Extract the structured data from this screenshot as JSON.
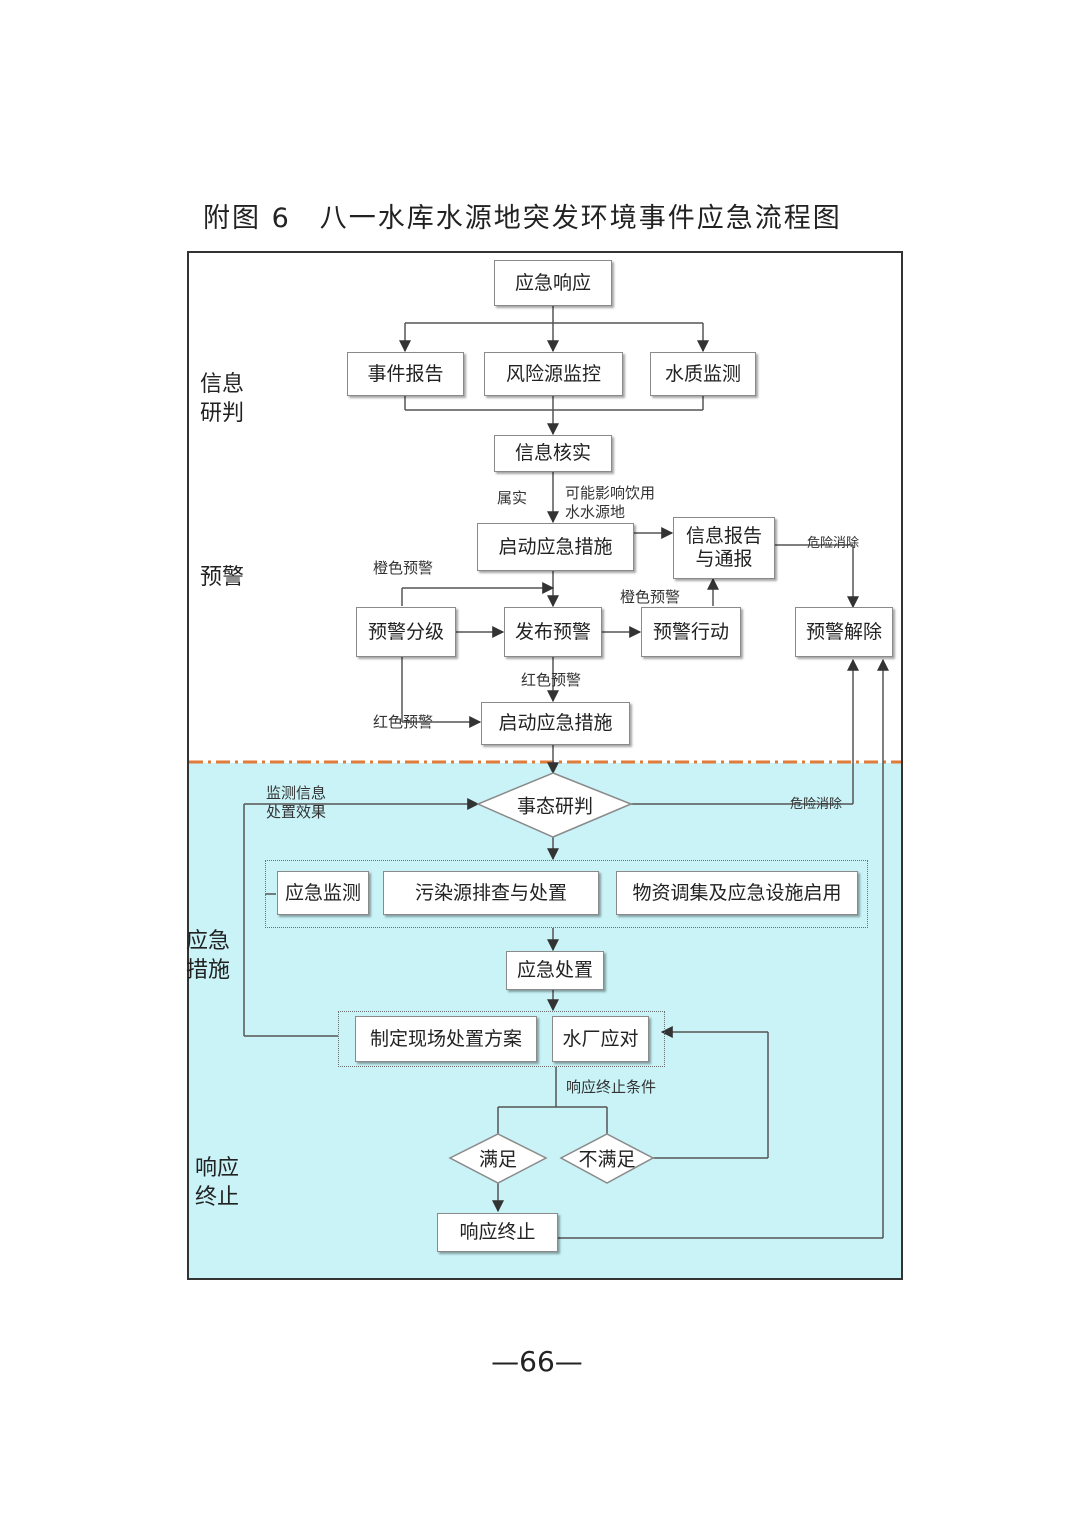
{
  "page": {
    "title": "附图 6　八一水库水源地突发环境事件应急流程图",
    "page_number": "—66—"
  },
  "sections": {
    "info": "信息\n研判",
    "warning": "预警",
    "measures": "应急\n措施",
    "termination": "响应\n终止"
  },
  "nodes": {
    "emergency_response": "应急响应",
    "incident_report": "事件报告",
    "risk_source_monitoring": "风险源监控",
    "water_quality_monitoring": "水质监测",
    "info_verification": "信息核实",
    "start_measures_1": "启动应急措施",
    "info_report_notify": "信息报告\n与通报",
    "warning_grading": "预警分级",
    "issue_warning": "发布预警",
    "warning_action": "预警行动",
    "warning_lift": "预警解除",
    "start_measures_2": "启动应急措施",
    "situation_assessment": "事态研判",
    "emergency_monitoring": "应急监测",
    "pollution_source": "污染源排查与处置",
    "materials_facilities": "物资调集及应急设施启用",
    "emergency_disposal": "应急处置",
    "onsite_plan": "制定现场处置方案",
    "water_plant": "水厂应对",
    "satisfied": "满足",
    "not_satisfied": "不满足",
    "response_end": "响应终止"
  },
  "labels": {
    "confirmed": "属实",
    "may_affect": "可能影响饮用\n水水源地",
    "danger_cleared_1": "危险消除",
    "orange_warning_1": "橙色预警",
    "orange_warning_2": "橙色预警",
    "red_warning_1": "红色预警",
    "red_warning_2": "红色预警",
    "monitoring_info": "监测信息\n处置效果",
    "danger_cleared_2": "危险消除",
    "termination_conditions": "响应终止条件"
  },
  "colors": {
    "cyan_background": "#c9f3f7",
    "dash_divider": "#e07b3a",
    "arrow": "#555555"
  }
}
